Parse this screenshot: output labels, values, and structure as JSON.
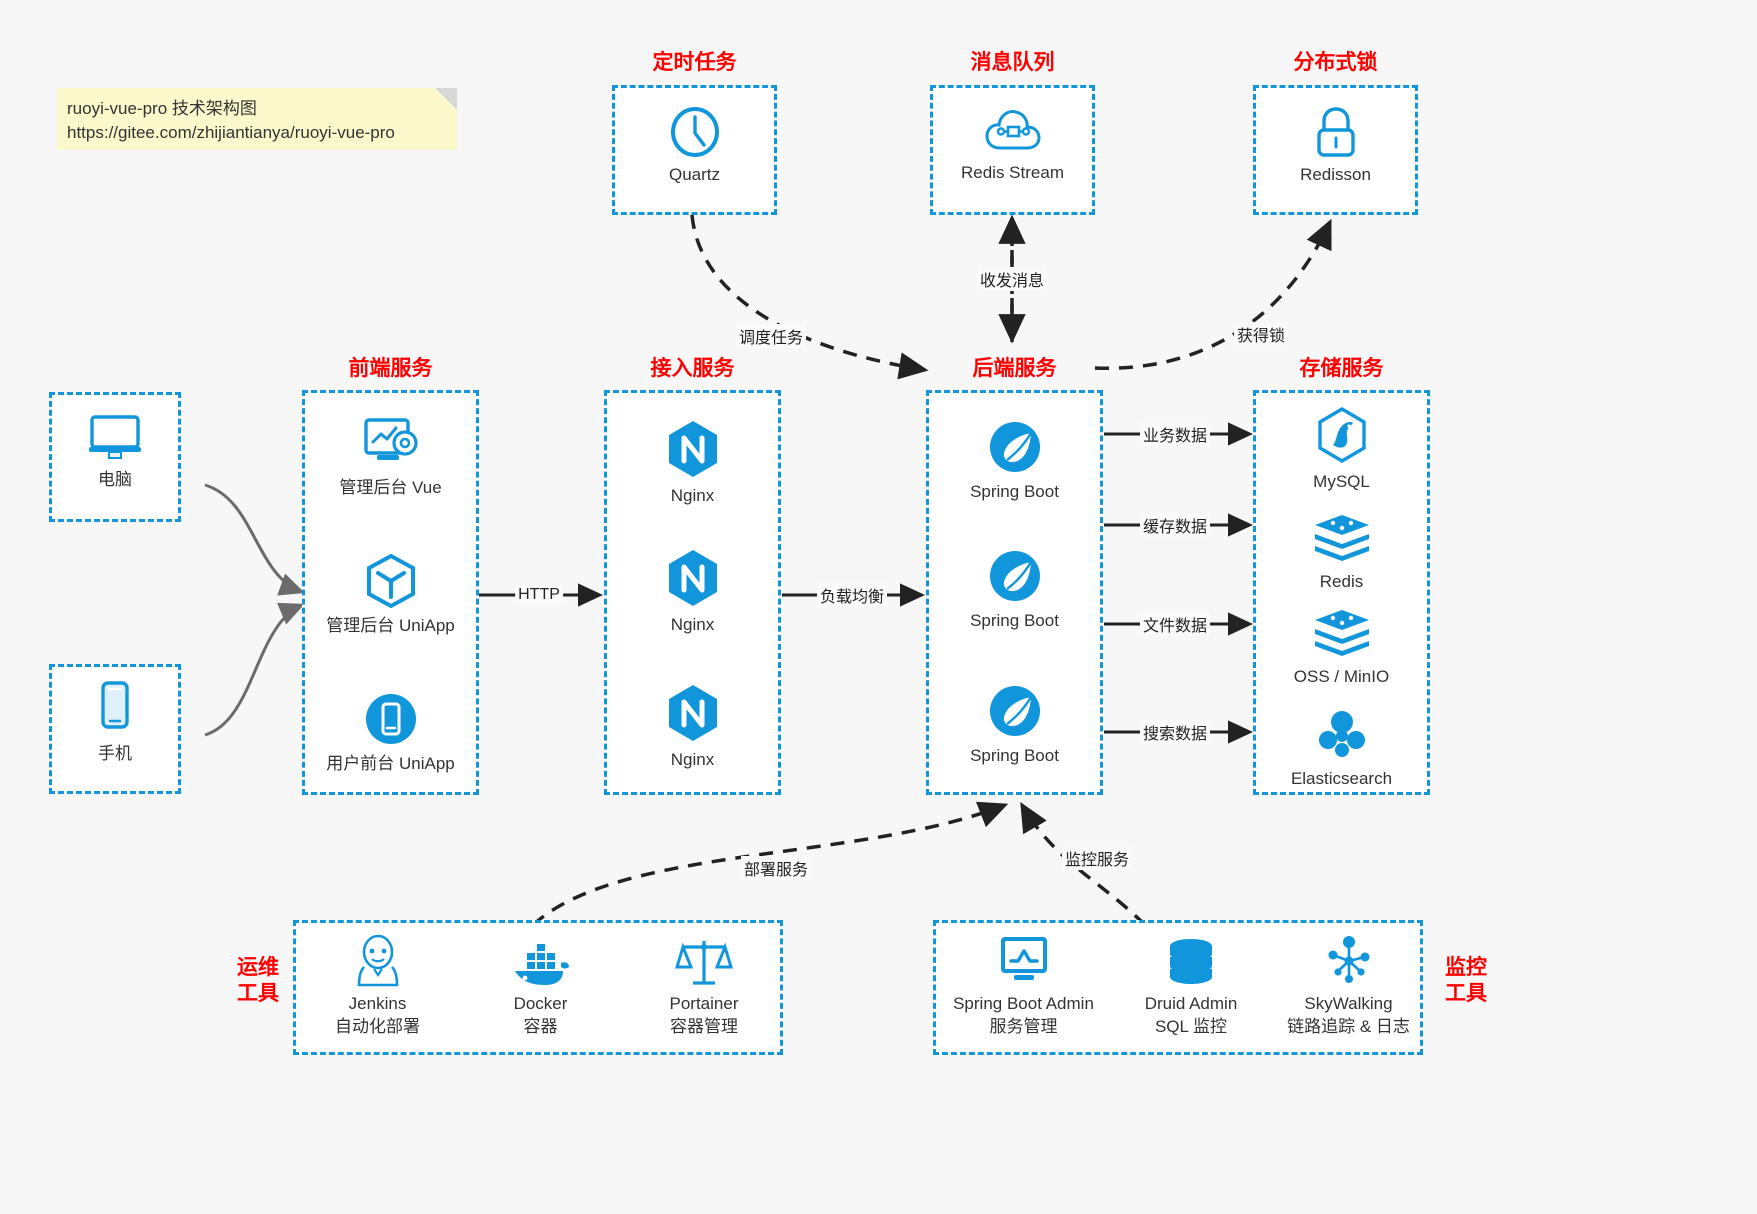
{
  "note": {
    "line1": "ruoyi-vue-pro 技术架构图",
    "line2": "https://gitee.com/zhijiantianya/ruoyi-vue-pro"
  },
  "colors": {
    "accent": "#1296db",
    "group_title": "#fe0000",
    "text": "#333333",
    "background": "#f7f7f7",
    "note": "#fbf8cc",
    "wire": "#222222",
    "client_wire": "#666666"
  },
  "groups": {
    "scheduled_task": {
      "title": "定时任务",
      "nodes": [
        {
          "label": "Quartz",
          "icon": "clock-icon"
        }
      ]
    },
    "message_queue": {
      "title": "消息队列",
      "nodes": [
        {
          "label": "Redis Stream",
          "icon": "cloud-stream-icon"
        }
      ]
    },
    "distributed_lock": {
      "title": "分布式锁",
      "nodes": [
        {
          "label": "Redisson",
          "icon": "lock-icon"
        }
      ]
    },
    "clients": {
      "nodes": [
        {
          "label": "电脑",
          "icon": "desktop-icon"
        },
        {
          "label": "手机",
          "icon": "mobile-icon"
        }
      ]
    },
    "frontend": {
      "title": "前端服务",
      "nodes": [
        {
          "label": "管理后台 Vue",
          "icon": "dashboard-gear-icon"
        },
        {
          "label": "管理后台 UniApp",
          "icon": "cube-icon"
        },
        {
          "label": "用户前台 UniApp",
          "icon": "phone-circle-icon"
        }
      ]
    },
    "gateway": {
      "title": "接入服务",
      "nodes": [
        {
          "label": "Nginx",
          "icon": "nginx-icon"
        },
        {
          "label": "Nginx",
          "icon": "nginx-icon"
        },
        {
          "label": "Nginx",
          "icon": "nginx-icon"
        }
      ]
    },
    "backend": {
      "title": "后端服务",
      "nodes": [
        {
          "label": "Spring Boot",
          "icon": "spring-boot-icon"
        },
        {
          "label": "Spring Boot",
          "icon": "spring-boot-icon"
        },
        {
          "label": "Spring Boot",
          "icon": "spring-boot-icon"
        }
      ]
    },
    "storage": {
      "title": "存储服务",
      "nodes": [
        {
          "label": "MySQL",
          "icon": "mysql-icon"
        },
        {
          "label": "Redis",
          "icon": "redis-icon"
        },
        {
          "label": "OSS / MinIO",
          "icon": "oss-icon"
        },
        {
          "label": "Elasticsearch",
          "icon": "elasticsearch-icon"
        }
      ]
    },
    "devops": {
      "title": "运维\n工具",
      "title_line1": "运维",
      "title_line2": "工具",
      "nodes": [
        {
          "label": "Jenkins",
          "sub": "自动化部署",
          "icon": "jenkins-icon"
        },
        {
          "label": "Docker",
          "sub": "容器",
          "icon": "docker-icon"
        },
        {
          "label": "Portainer",
          "sub": "容器管理",
          "icon": "portainer-scale-icon"
        }
      ]
    },
    "monitor": {
      "title_line1": "监控",
      "title_line2": "工具",
      "nodes": [
        {
          "label": "Spring Boot Admin",
          "sub": "服务管理",
          "icon": "monitor-chart-icon"
        },
        {
          "label": "Druid Admin",
          "sub": "SQL 监控",
          "icon": "database-icon"
        },
        {
          "label": "SkyWalking",
          "sub": "链路追踪 & 日志",
          "icon": "skywalking-icon"
        }
      ]
    }
  },
  "edges": [
    {
      "name": "http",
      "label": "HTTP"
    },
    {
      "name": "load-balance",
      "label": "负载均衡"
    },
    {
      "name": "schedule-task",
      "label": "调度任务"
    },
    {
      "name": "send-receive-message",
      "label": "收发消息"
    },
    {
      "name": "acquire-lock",
      "label": "获得锁"
    },
    {
      "name": "business-data",
      "label": "业务数据"
    },
    {
      "name": "cache-data",
      "label": "缓存数据"
    },
    {
      "name": "file-data",
      "label": "文件数据"
    },
    {
      "name": "search-data",
      "label": "搜索数据"
    },
    {
      "name": "deploy-service",
      "label": "部署服务"
    },
    {
      "name": "monitor-service",
      "label": "监控服务"
    }
  ]
}
